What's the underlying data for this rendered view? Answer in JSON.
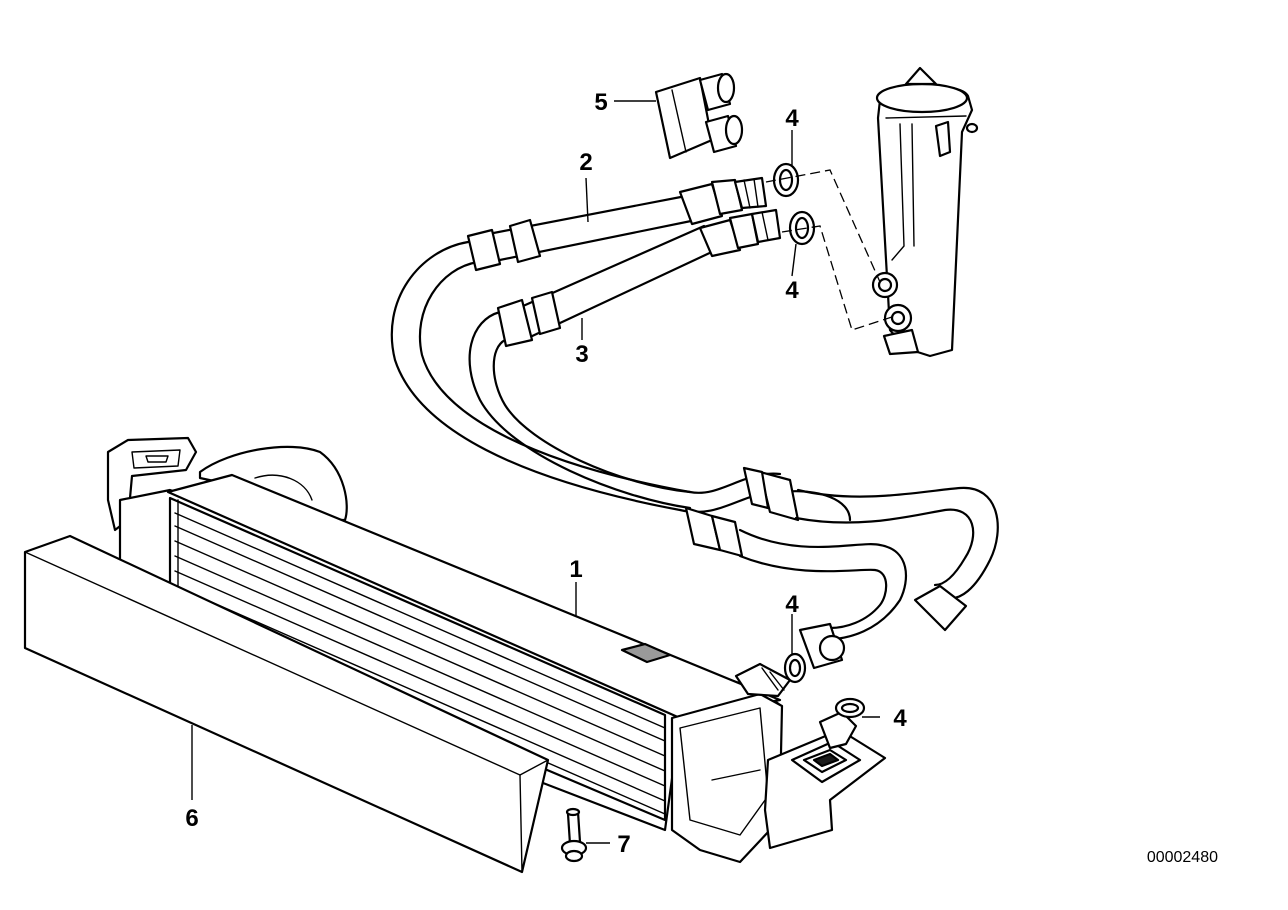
{
  "callouts": {
    "p1": "1",
    "p2": "2",
    "p3": "3",
    "p4a": "4",
    "p4b": "4",
    "p4c": "4",
    "p4d": "4",
    "p5": "5",
    "p6": "6",
    "p7": "7"
  },
  "diagram_code": "00002480",
  "colors": {
    "ink": "#000000",
    "background": "#ffffff"
  }
}
